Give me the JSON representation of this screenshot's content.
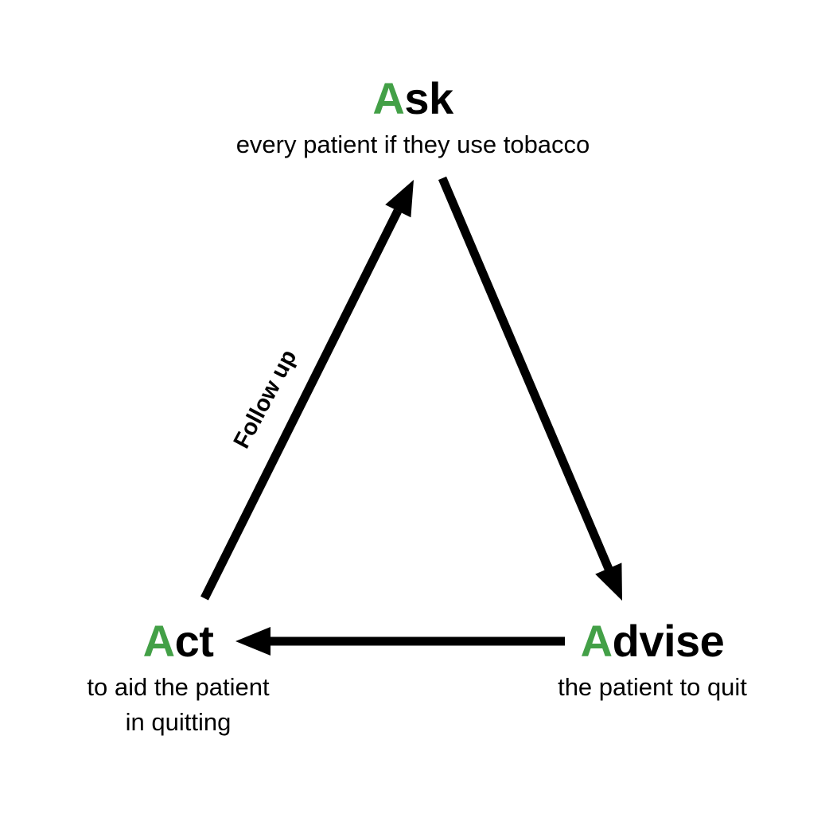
{
  "colors": {
    "background": "#ffffff",
    "text": "#000000",
    "arrow": "#000000",
    "accent_green": "#43a047"
  },
  "nodes": {
    "ask": {
      "initial": "A",
      "rest": "sk",
      "subtitle": "every patient if they use tobacco"
    },
    "advise": {
      "initial": "A",
      "rest": "dvise",
      "subtitle": "the patient to quit"
    },
    "act": {
      "initial": "A",
      "rest": "ct",
      "subtitle_line1": "to aid the patient",
      "subtitle_line2": "in quitting"
    }
  },
  "arrows": [
    {
      "id": "act-to-ask",
      "from": "Act",
      "to": "Ask",
      "label": "Follow up"
    },
    {
      "id": "ask-to-advise",
      "from": "Ask",
      "to": "Advise",
      "label": ""
    },
    {
      "id": "advise-to-act",
      "from": "Advise",
      "to": "Act",
      "label": ""
    }
  ]
}
